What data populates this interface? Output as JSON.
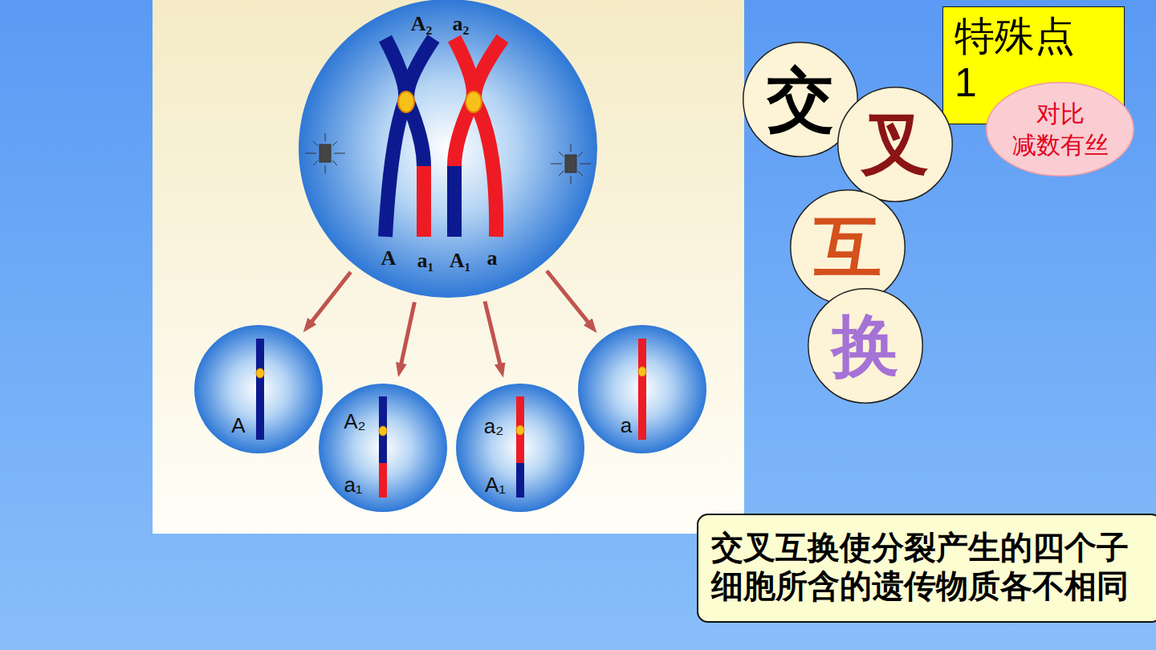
{
  "diagram": {
    "nodes": [
      {
        "text": [
          "A₂",
          "a₂",
          "A",
          "a₁",
          "A₁",
          "a"
        ]
      },
      {
        "text": [
          "A"
        ]
      },
      {
        "text": [
          "A₂",
          "a₁"
        ]
      },
      {
        "text": [
          "a₂",
          "A₁"
        ]
      },
      {
        "text": [
          "a"
        ]
      },
      {
        "text": [
          "特殊点 1"
        ]
      },
      {
        "text": [
          "对比 减数有丝"
        ]
      },
      {
        "text": [
          "交"
        ]
      },
      {
        "text": [
          "叉"
        ]
      },
      {
        "text": [
          "互"
        ]
      },
      {
        "text": [
          "换"
        ]
      },
      {
        "text": [
          "交叉互换使分裂产生的四个子 细胞所含的遗传物质各不相同"
        ]
      }
    ],
    "edges": [
      {
        "from": 0,
        "to": 1,
        "arrow": "to"
      },
      {
        "from": 0,
        "to": 2,
        "arrow": "to"
      },
      {
        "from": 0,
        "to": 3,
        "arrow": "to"
      },
      {
        "from": 0,
        "to": 4,
        "arrow": "to"
      }
    ]
  }
}
